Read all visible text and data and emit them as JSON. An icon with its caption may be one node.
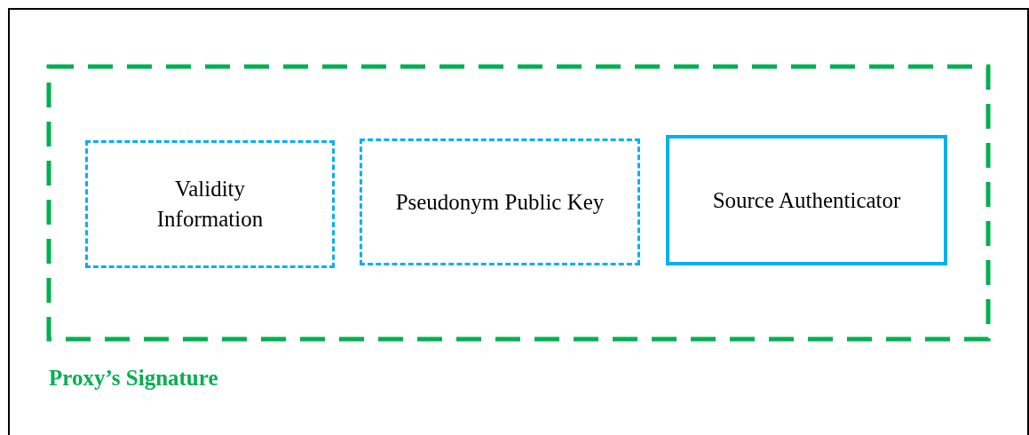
{
  "diagram": {
    "nodes": [
      {
        "text": [
          "Proxy’s Signature"
        ]
      },
      {
        "text": [
          "Validity Information"
        ],
        "in": 0
      },
      {
        "text": [
          "Pseudonym Public Key"
        ],
        "in": 0
      },
      {
        "text": [
          "Source Authenticator"
        ],
        "in": 0
      }
    ],
    "edges": []
  }
}
